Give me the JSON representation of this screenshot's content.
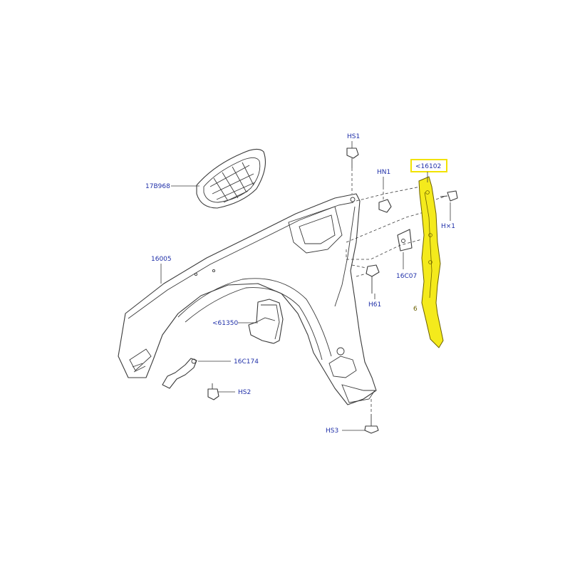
{
  "colors": {
    "label_text": "#1f2fa8",
    "line_art": "#3a3a3a",
    "highlight_part": "#f4ea1c",
    "highlight_box": "#f2e200"
  },
  "labels": {
    "grille": "17B968",
    "fender": "16005",
    "bolt_hs1": "HS1",
    "nut_hn1": "HN1",
    "bracket_16c07": "16C07",
    "bolt_h61": "H61",
    "highlighted_panel": "<16102",
    "screw_hx1": "H×1",
    "panel_ref_6": "6",
    "splash_shield": "<61350",
    "clip_16c174": "16C174",
    "bolt_hs2": "HS2",
    "bolt_hs3": "HS3"
  }
}
